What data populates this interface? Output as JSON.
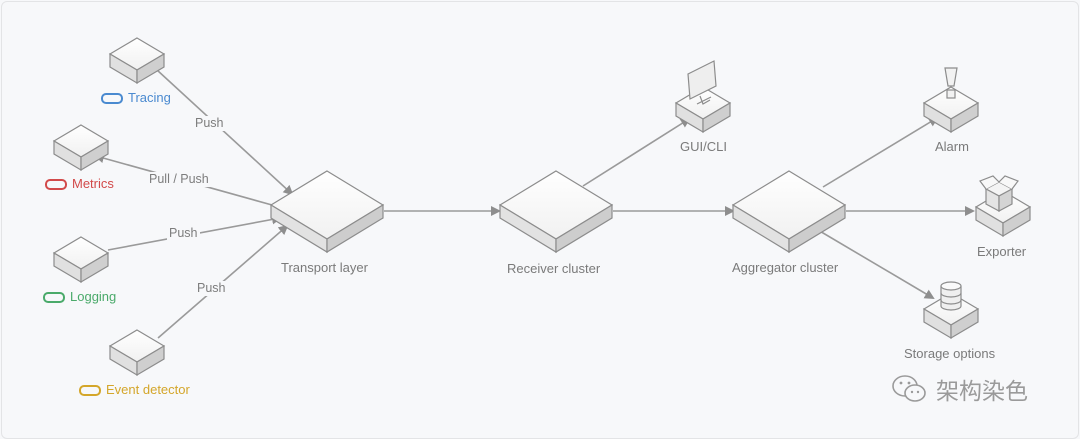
{
  "colors": {
    "tracing": "#4a8ad0",
    "metrics": "#d24a4a",
    "logging": "#4aaa6a",
    "event_detector": "#d4a62a",
    "edge": "#9a9a9a",
    "node_stroke": "#8c8c8c",
    "label": "#7a7a7a"
  },
  "sources": {
    "tracing": "Tracing",
    "metrics": "Metrics",
    "logging": "Logging",
    "event_detector": "Event detector"
  },
  "edges": {
    "tracing": "Push",
    "metrics": "Pull / Push",
    "logging": "Push",
    "event_detector": "Push"
  },
  "nodes": {
    "transport": "Transport layer",
    "receiver": "Receiver cluster",
    "aggregator": "Aggregator cluster",
    "gui": "GUI/CLI",
    "alarm": "Alarm",
    "exporter": "Exporter",
    "storage": "Storage options"
  },
  "watermark": "架构染色"
}
